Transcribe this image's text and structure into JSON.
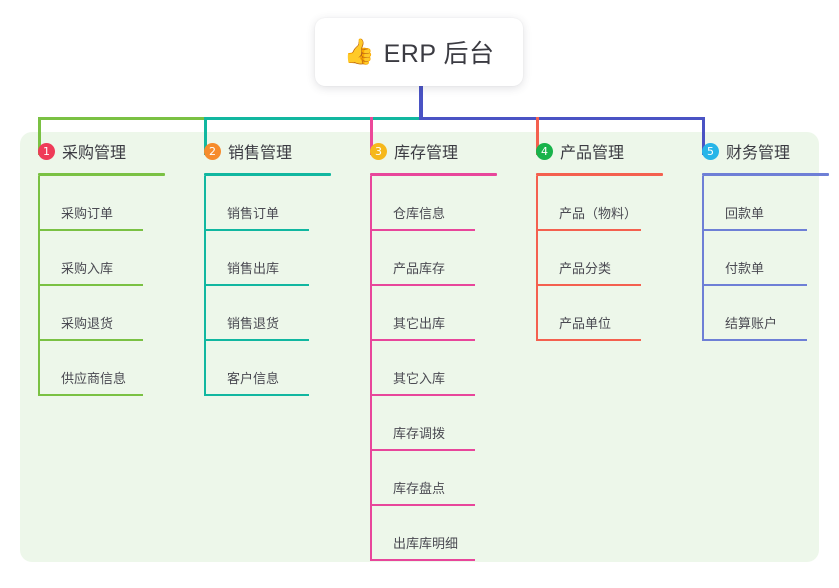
{
  "diagram": {
    "root": {
      "icon": "thumbs-up-icon",
      "emoji": "👍",
      "text": "ERP 后台"
    },
    "board_color": "#edf7ea",
    "connector": {
      "stem_color": "#4a53c4",
      "bar_segments": [
        {
          "color": "#7ac143"
        },
        {
          "color": "#11b7a0"
        },
        {
          "color": "#4a53c4"
        }
      ]
    },
    "columns": [
      {
        "number": "1",
        "title": "采购管理",
        "badge_color": "#ef3b58",
        "line_color": "#7ac143",
        "stub_color": "#7ac143",
        "items": [
          "采购订单",
          "采购入库",
          "采购退货",
          "供应商信息"
        ]
      },
      {
        "number": "2",
        "title": "销售管理",
        "badge_color": "#f68b2c",
        "line_color": "#11b7a0",
        "stub_color": "#11b7a0",
        "items": [
          "销售订单",
          "销售出库",
          "销售退货",
          "客户信息"
        ]
      },
      {
        "number": "3",
        "title": "库存管理",
        "badge_color": "#f6b81c",
        "line_color": "#e8469b",
        "stub_color": "#ec4899",
        "items": [
          "仓库信息",
          "产品库存",
          "其它出库",
          "其它入库",
          "库存调拨",
          "库存盘点",
          "出库库明细"
        ]
      },
      {
        "number": "4",
        "title": "产品管理",
        "badge_color": "#18b34b",
        "line_color": "#f4604f",
        "stub_color": "#f4604f",
        "items": [
          "产品（物料）",
          "产品分类",
          "产品单位"
        ]
      },
      {
        "number": "5",
        "title": "财务管理",
        "badge_color": "#27b5e8",
        "line_color": "#6e7fd6",
        "stub_color": "#4a53c4",
        "items": [
          "回款单",
          "付款单",
          "结算账户"
        ]
      }
    ]
  }
}
